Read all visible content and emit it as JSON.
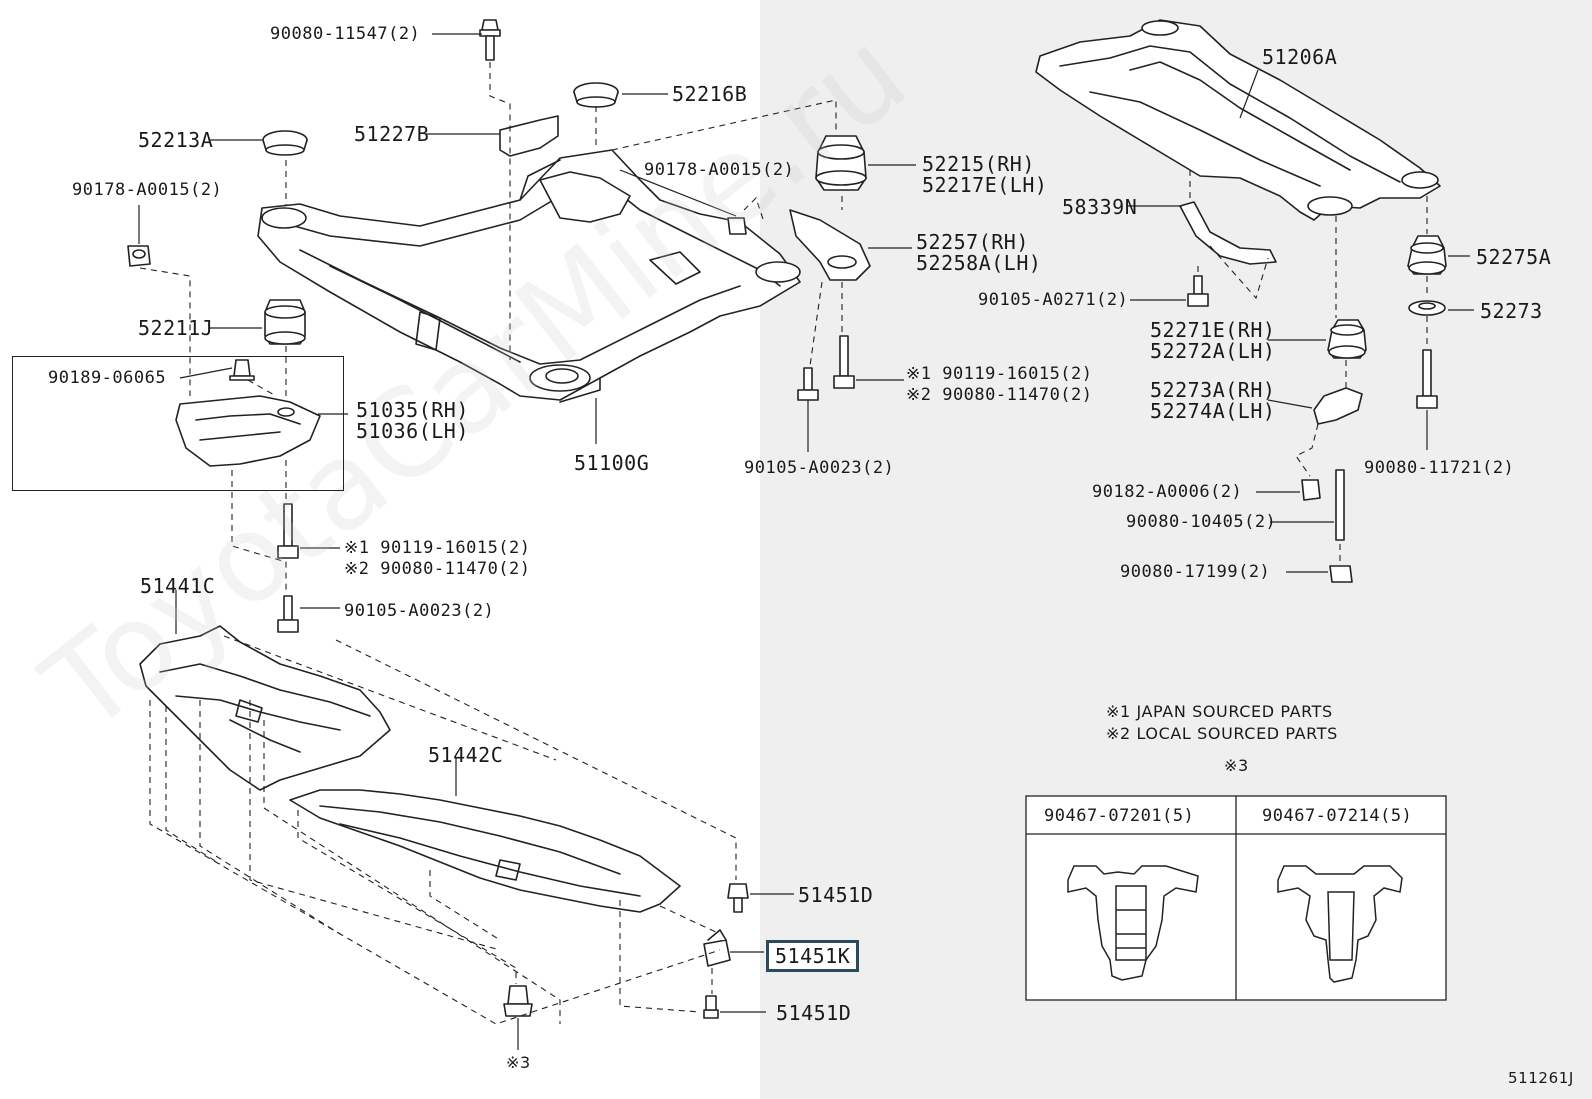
{
  "watermark": "ToyotaCarMine.ru",
  "labels": {
    "p90080_11547": "90080-11547(2)",
    "p52216B": "52216B",
    "p52213A": "52213A",
    "p51227B": "51227B",
    "p90178_left": "90178-A0015(2)",
    "p90178_mid": "90178-A0015(2)",
    "p52211J": "52211J",
    "p90189": "90189-06065",
    "p51035": "51035(RH)",
    "p51036": "51036(LH)",
    "p51100G": "51100G",
    "p52215": "52215(RH)",
    "p52217E": "52217E(LH)",
    "p52257": "52257(RH)",
    "p52258A": "52258A(LH)",
    "p90119_mid_1": "※1 90119-16015(2)",
    "p90080_mid_2": "※2 90080-11470(2)",
    "p90105_mid": "90105-A0023(2)",
    "p90119_left_1": "※1 90119-16015(2)",
    "p90080_left_2": "※2 90080-11470(2)",
    "p90105_left": "90105-A0023(2)",
    "p51441C": "51441C",
    "p51442C": "51442C",
    "p51451D_top": "51451D",
    "p51451K": "51451K",
    "p51451D_bot": "51451D",
    "p_note3_bottom": "※3",
    "p51206A": "51206A",
    "p58339N": "58339N",
    "p52275A": "52275A",
    "p52273": "52273",
    "p90105_A0271": "90105-A0271(2)",
    "p52271E": "52271E(RH)",
    "p52272A": "52272A(LH)",
    "p52273A": "52273A(RH)",
    "p52274A": "52274A(LH)",
    "p90080_11721": "90080-11721(2)",
    "p90182": "90182-A0006(2)",
    "p90080_10405": "90080-10405(2)",
    "p90080_17199": "90080-17199(2)",
    "note_japan": "※1 JAPAN SOURCED PARTS",
    "note_local": "※2 LOCAL SOURCED PARTS",
    "note_3": "※3",
    "table_col1": "90467-07201(5)",
    "table_col2": "90467-07214(5)",
    "figure_id": "511261J"
  }
}
